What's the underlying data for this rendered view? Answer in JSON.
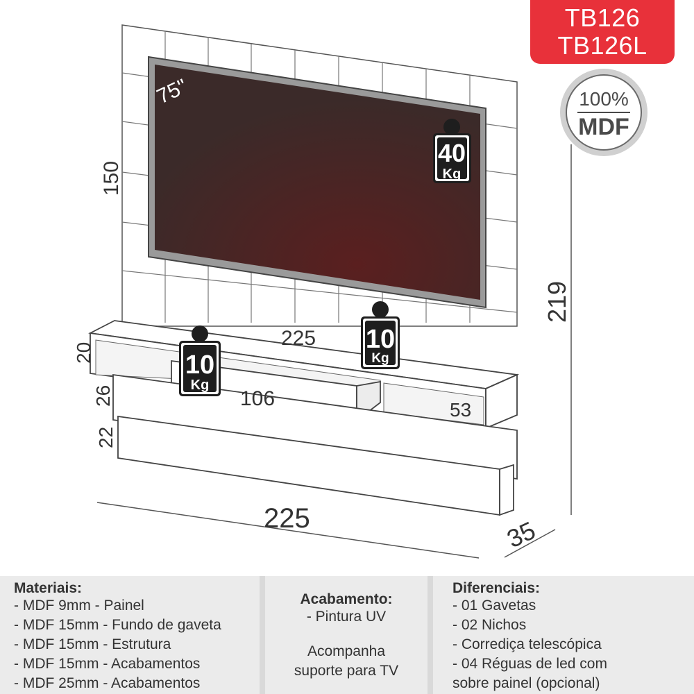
{
  "model": {
    "line1": "TB126",
    "line2": "TB126L"
  },
  "mdf_seal": {
    "percent": "100%",
    "material": "MDF"
  },
  "tv": {
    "size_label": "75\""
  },
  "weights": {
    "tv_load": {
      "value": "40",
      "unit": "Kg"
    },
    "shelf_load": {
      "value": "10",
      "unit": "Kg"
    },
    "drawer_load": {
      "value": "10",
      "unit": "Kg"
    }
  },
  "dimensions": {
    "panel_height": "150",
    "total_height": "219",
    "shelf_width": "225",
    "niche_height": "20",
    "drawer_height": "26",
    "base_height": "22",
    "drawer_width": "106",
    "side_niche_width": "53",
    "total_width": "225",
    "depth": "35"
  },
  "colors": {
    "badge": "#e8313a",
    "screen": "#3f2a29",
    "line": "#333333"
  },
  "footer": {
    "materials": {
      "title": "Materiais:",
      "items": [
        "- MDF 9mm - Painel",
        "- MDF 15mm - Fundo de gaveta",
        "- MDF 15mm - Estrutura",
        "- MDF 15mm - Acabamentos",
        "- MDF 25mm - Acabamentos"
      ]
    },
    "finish": {
      "title": "Acabamento:",
      "item": "- Pintura UV",
      "note_line1": "Acompanha",
      "note_line2": "suporte para TV"
    },
    "features": {
      "title": "Diferenciais:",
      "items": [
        "- 01 Gavetas",
        "- 02 Nichos",
        "- Corrediça telescópica",
        "- 04 Réguas de led com",
        "sobre painel (opcional)"
      ]
    }
  }
}
